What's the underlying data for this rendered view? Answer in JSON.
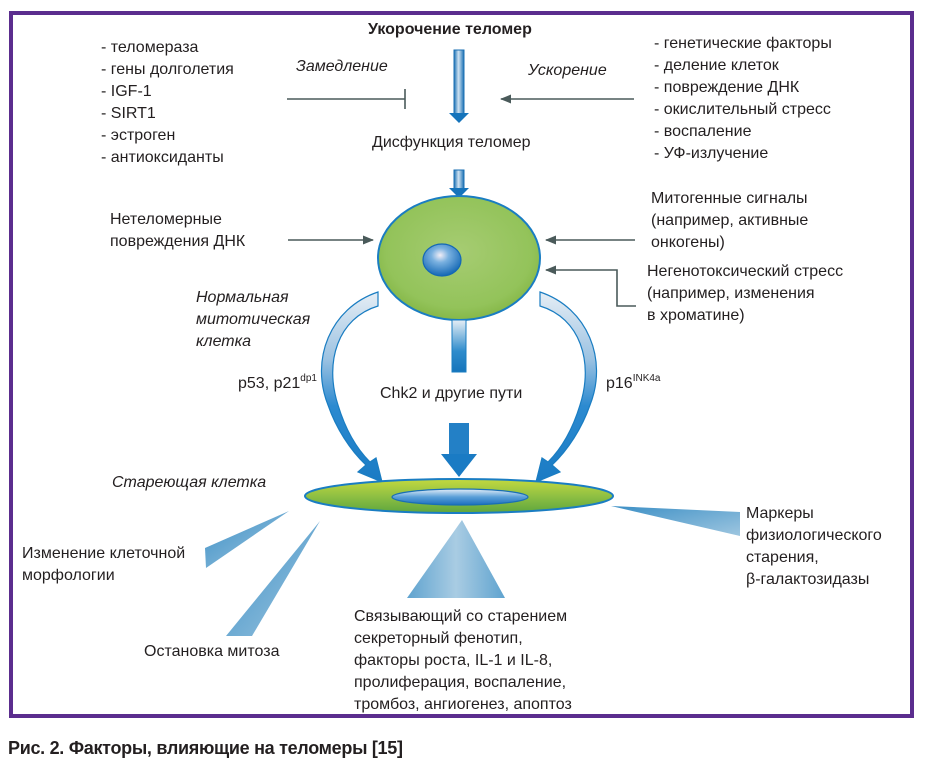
{
  "title": "Укорочение теломер",
  "slowdown": {
    "label": "Замедление",
    "factors": [
      "- теломераза",
      "- гены долголетия",
      "- IGF-1",
      "- SIRT1",
      "- эстроген",
      "- антиоксиданты"
    ]
  },
  "acceleration": {
    "label": "Ускорение",
    "factors": [
      "- генетические факторы",
      "- деление клеток",
      "- повреждение ДНК",
      "- окислительный стресс",
      "- воспаление",
      "- УФ-излучение"
    ]
  },
  "dysfunction": "Дисфункция теломер",
  "inputs": {
    "non_telomeric": [
      "Нетеломерные",
      "повреждения ДНК"
    ],
    "mitogenic": [
      "Митогенные сигналы",
      "(например, активные",
      "онкогены)"
    ],
    "non_genotoxic": [
      "Негенотоксический стресс",
      "(например, изменения",
      "в хроматине)"
    ]
  },
  "normal_cell": [
    "Нормальная",
    "митотическая",
    "клетка"
  ],
  "pathways": {
    "left_main": "p53, p21",
    "left_sup": "dp1",
    "center": "Chk2 и другие пути",
    "right_main": "p16",
    "right_sup": "INK4a"
  },
  "senescent_cell": "Стареющая клетка",
  "outcomes": {
    "morphology": [
      "Изменение клеточной",
      "морфологии"
    ],
    "mitosis_arrest": "Остановка митоза",
    "sasp": [
      "Связывающий со старением",
      "секреторный фенотип,",
      "факторы роста, IL-1 и IL-8,",
      "пролиферация, воспаление,",
      "тромбоз, ангиогенез, апоптоз"
    ],
    "markers": [
      "Маркеры",
      "физиологического",
      "старения,",
      "β-галактозидазы"
    ]
  },
  "caption": "Рис. 2. Факторы, влияющие на теломеры [15]",
  "colors": {
    "frame": "#5b2d8e",
    "cell_green": "#8dbf45",
    "nucleus_blue": "#1f7fc4",
    "arrow_blue": "#1a7dc2",
    "connector_gray": "#4a5a5a",
    "wedge_blue": "#6aa9cf"
  }
}
